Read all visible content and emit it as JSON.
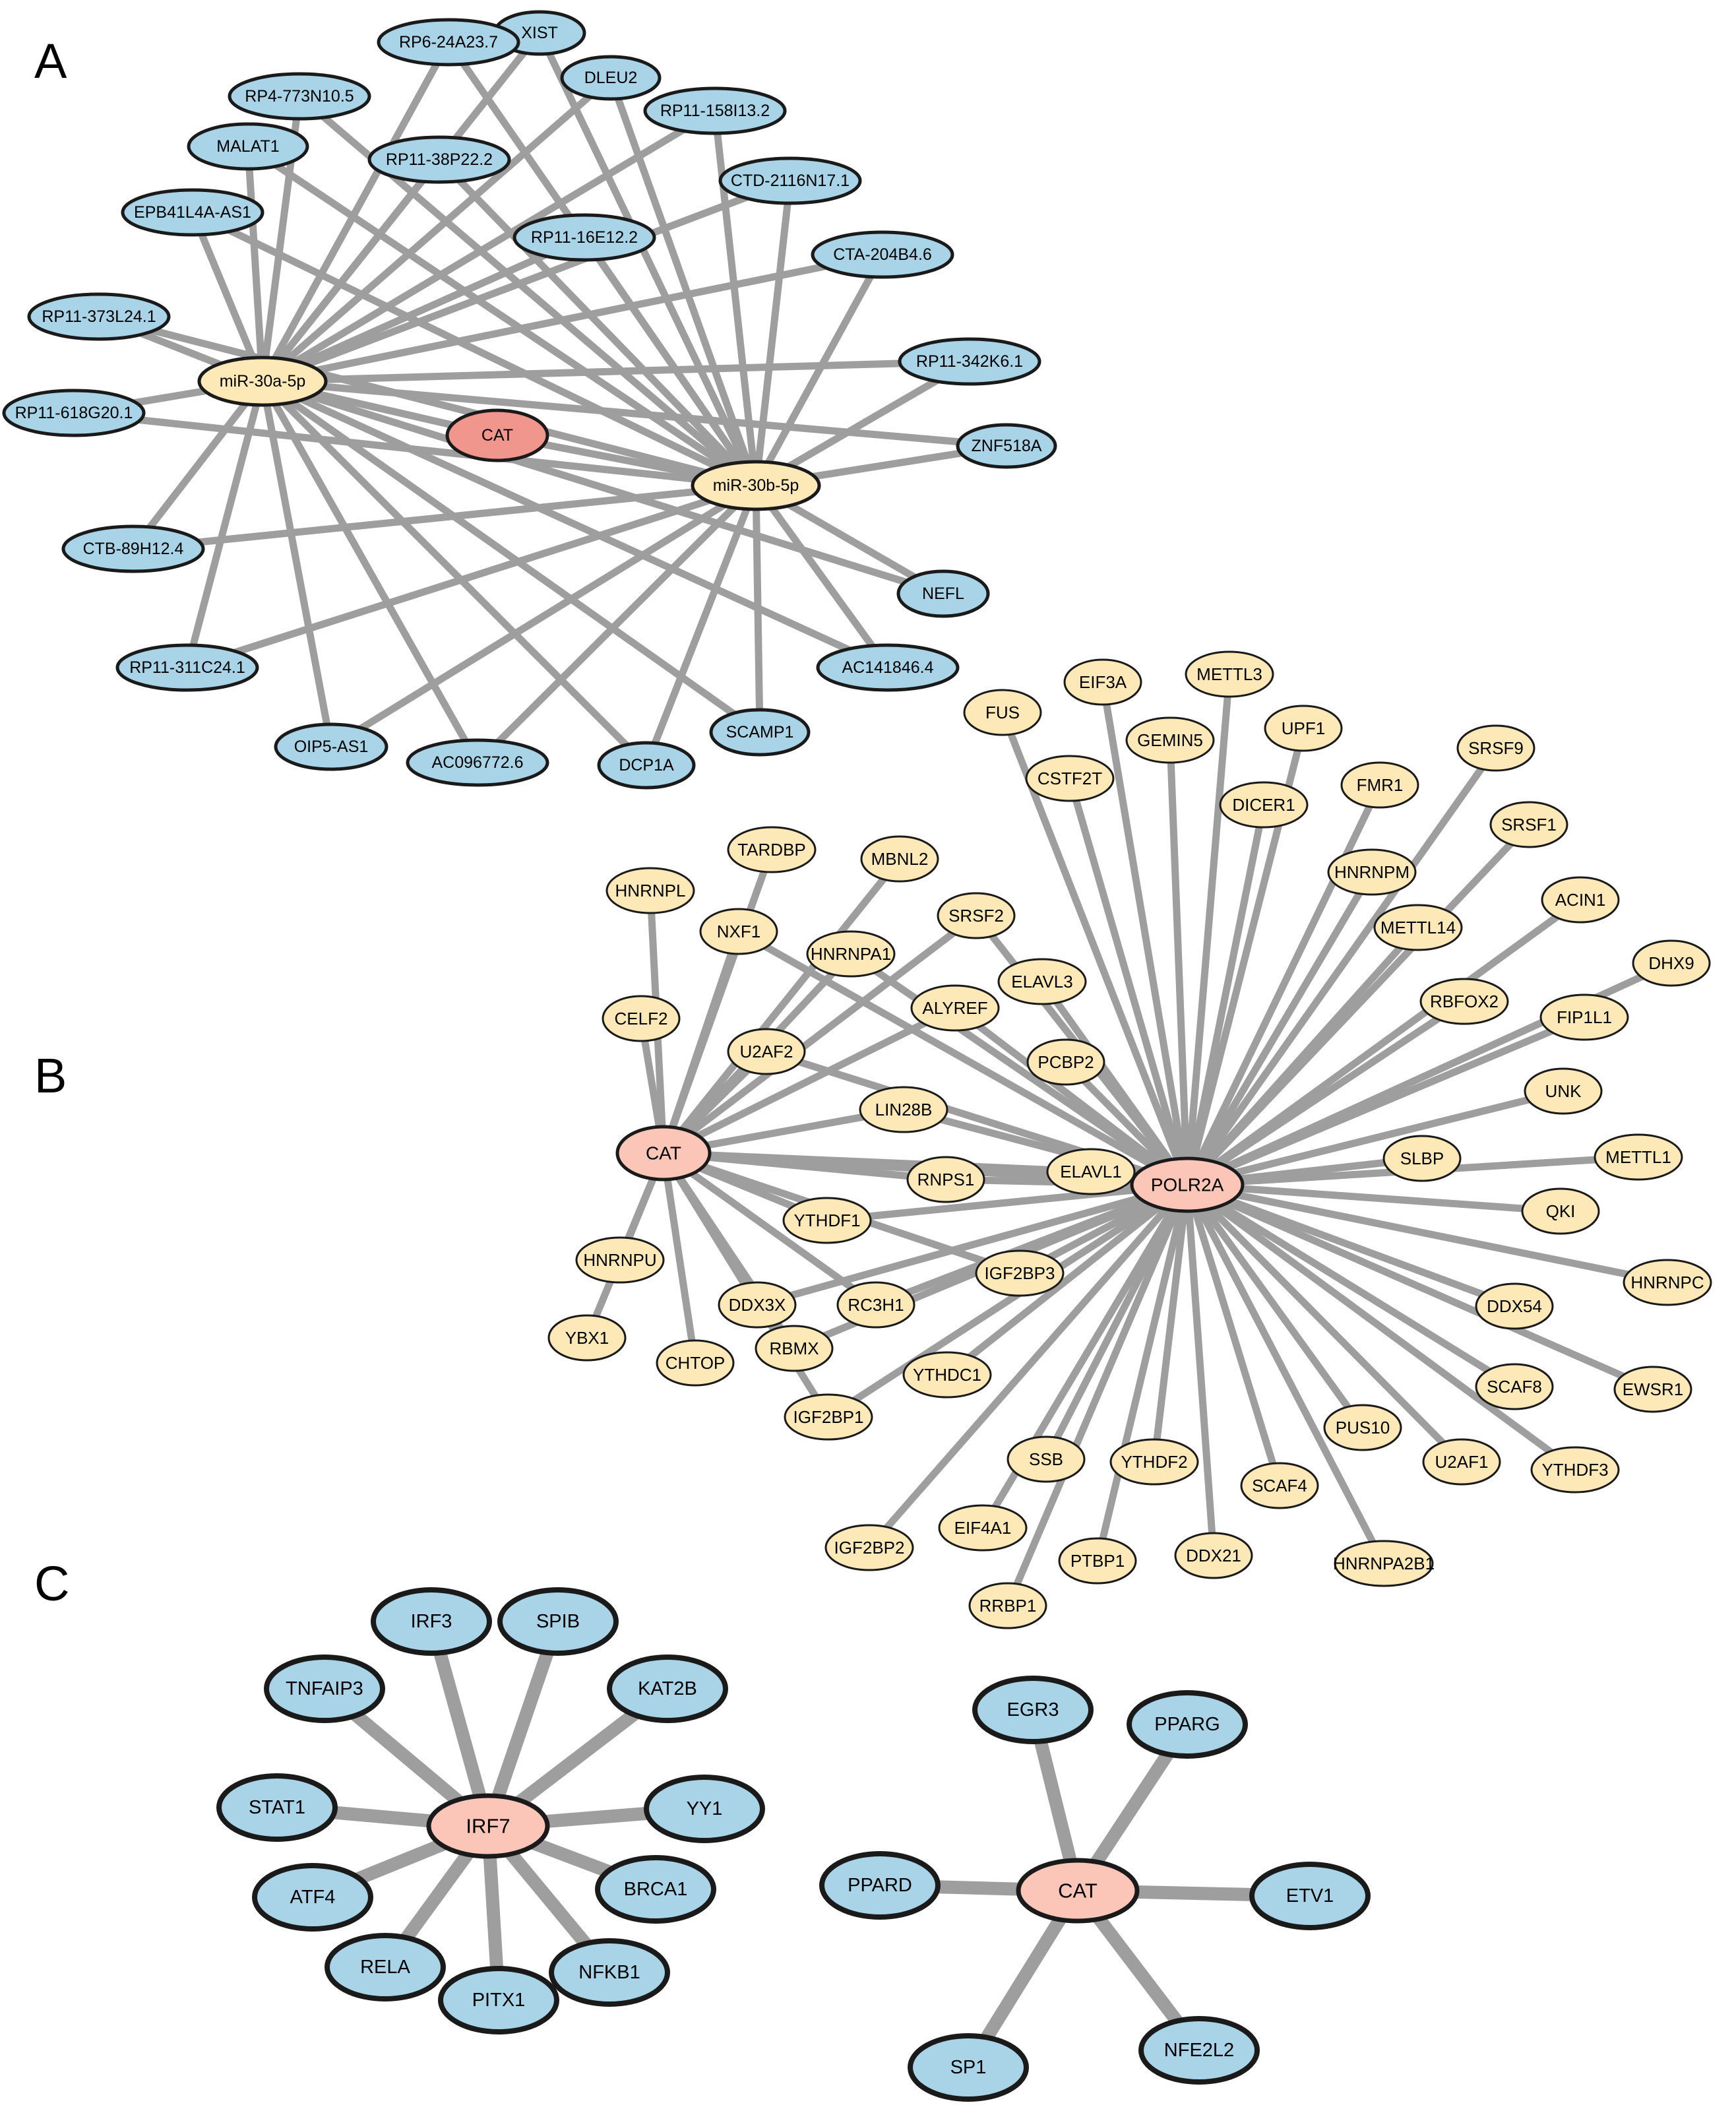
{
  "colors": {
    "blue": "#a9d4e8",
    "yellow": "#fde8b8",
    "red_dark": "#f0968d",
    "red_light": "#fbc6b8",
    "edge": "#9e9e9e"
  },
  "panels": [
    {
      "label": "A",
      "hubs": [
        "miR-30a-5p",
        "miR-30b-5p"
      ],
      "nodes": [
        {
          "id": "XIST",
          "color": "blue"
        },
        {
          "id": "RP6-24A23.7",
          "color": "blue"
        },
        {
          "id": "DLEU2",
          "color": "blue"
        },
        {
          "id": "RP4-773N10.5",
          "color": "blue"
        },
        {
          "id": "RP11-158I13.2",
          "color": "blue"
        },
        {
          "id": "MALAT1",
          "color": "blue"
        },
        {
          "id": "RP11-38P22.2",
          "color": "blue"
        },
        {
          "id": "CTD-2116N17.1",
          "color": "blue"
        },
        {
          "id": "EPB41L4A-AS1",
          "color": "blue"
        },
        {
          "id": "RP11-16E12.2",
          "color": "blue"
        },
        {
          "id": "CTA-204B4.6",
          "color": "blue"
        },
        {
          "id": "RP11-373L24.1",
          "color": "blue"
        },
        {
          "id": "RP11-342K6.1",
          "color": "blue"
        },
        {
          "id": "miR-30a-5p",
          "color": "yellow"
        },
        {
          "id": "RP11-618G20.1",
          "color": "blue"
        },
        {
          "id": "CAT",
          "color": "red_dark"
        },
        {
          "id": "ZNF518A",
          "color": "blue"
        },
        {
          "id": "miR-30b-5p",
          "color": "yellow"
        },
        {
          "id": "CTB-89H12.4",
          "color": "blue"
        },
        {
          "id": "NEFL",
          "color": "blue"
        },
        {
          "id": "RP11-311C24.1",
          "color": "blue"
        },
        {
          "id": "AC141846.4",
          "color": "blue"
        },
        {
          "id": "SCAMP1",
          "color": "blue"
        },
        {
          "id": "OIP5-AS1",
          "color": "blue"
        },
        {
          "id": "AC096772.6",
          "color": "blue"
        },
        {
          "id": "DCP1A",
          "color": "blue"
        }
      ]
    },
    {
      "label": "B",
      "hubs": [
        "CAT",
        "POLR2A"
      ],
      "nodes": [
        {
          "id": "METTL3"
        },
        {
          "id": "EIF3A"
        },
        {
          "id": "FUS"
        },
        {
          "id": "GEMIN5"
        },
        {
          "id": "UPF1"
        },
        {
          "id": "SRSF9"
        },
        {
          "id": "CSTF2T"
        },
        {
          "id": "DICER1"
        },
        {
          "id": "FMR1"
        },
        {
          "id": "SRSF1"
        },
        {
          "id": "TARDBP"
        },
        {
          "id": "MBNL2"
        },
        {
          "id": "HNRNPM"
        },
        {
          "id": "HNRNPL"
        },
        {
          "id": "SRSF2"
        },
        {
          "id": "ACIN1"
        },
        {
          "id": "NXF1"
        },
        {
          "id": "METTL14"
        },
        {
          "id": "HNRNPA1"
        },
        {
          "id": "DHX9"
        },
        {
          "id": "ELAVL3"
        },
        {
          "id": "ALYREF"
        },
        {
          "id": "RBFOX2"
        },
        {
          "id": "CELF2"
        },
        {
          "id": "FIP1L1"
        },
        {
          "id": "U2AF2"
        },
        {
          "id": "PCBP2"
        },
        {
          "id": "UNK"
        },
        {
          "id": "LIN28B"
        },
        {
          "id": "CAT"
        },
        {
          "id": "SLBP"
        },
        {
          "id": "METTL1"
        },
        {
          "id": "ELAVL1"
        },
        {
          "id": "RNPS1"
        },
        {
          "id": "POLR2A"
        },
        {
          "id": "QKI"
        },
        {
          "id": "YTHDF1"
        },
        {
          "id": "HNRNPU"
        },
        {
          "id": "IGF2BP3"
        },
        {
          "id": "HNRNPC"
        },
        {
          "id": "DDX3X"
        },
        {
          "id": "RC3H1"
        },
        {
          "id": "DDX54"
        },
        {
          "id": "YBX1"
        },
        {
          "id": "RBMX"
        },
        {
          "id": "CHTOP"
        },
        {
          "id": "EWSR1"
        },
        {
          "id": "SCAF8"
        },
        {
          "id": "YTHDC1"
        },
        {
          "id": "IGF2BP1"
        },
        {
          "id": "PUS10"
        },
        {
          "id": "U2AF1"
        },
        {
          "id": "YTHDF3"
        },
        {
          "id": "SSB"
        },
        {
          "id": "YTHDF2"
        },
        {
          "id": "SCAF4"
        },
        {
          "id": "EIF4A1"
        },
        {
          "id": "IGF2BP2"
        },
        {
          "id": "PTBP1"
        },
        {
          "id": "DDX21"
        },
        {
          "id": "HNRNPA2B1"
        },
        {
          "id": "RRBP1"
        }
      ]
    },
    {
      "label": "C",
      "networks": [
        {
          "hub": "IRF7",
          "targets": [
            "IRF3",
            "SPIB",
            "TNFAIP3",
            "KAT2B",
            "STAT1",
            "YY1",
            "ATF4",
            "BRCA1",
            "RELA",
            "NFKB1",
            "PITX1"
          ]
        },
        {
          "hub": "CAT",
          "targets": [
            "EGR3",
            "PPARG",
            "PPARD",
            "ETV1",
            "SP1",
            "NFE2L2"
          ]
        }
      ]
    }
  ]
}
